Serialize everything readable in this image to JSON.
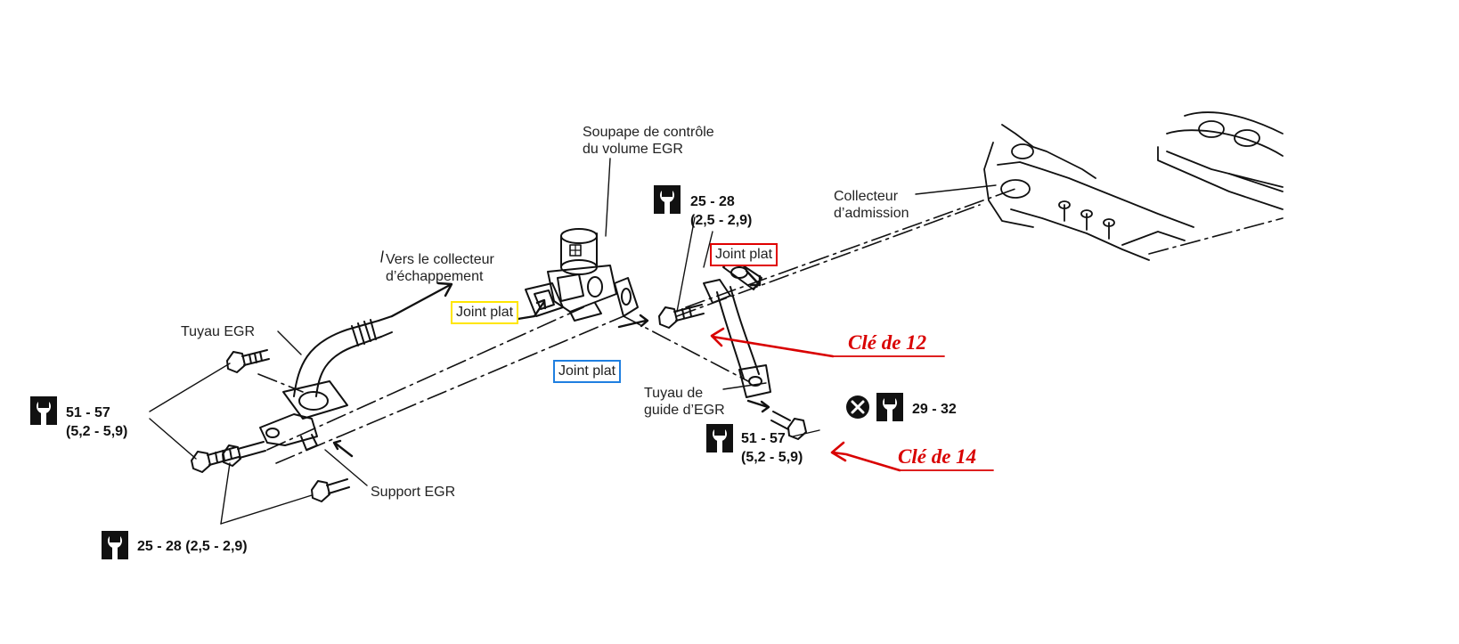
{
  "labels": {
    "valve_line1": "Soupape de contrôle",
    "valve_line2": "du volume EGR",
    "intake_line1": "Collecteur",
    "intake_line2": "d’admission",
    "exhaust_line1": "Vers le collecteur",
    "exhaust_line2": "d’échappement",
    "pipe": "Tuyau EGR",
    "support": "Support EGR",
    "guide_line1": "Tuyau de",
    "guide_line2": "guide d’EGR"
  },
  "gaskets": {
    "yellow": {
      "text": "Joint plat",
      "color": "#ffe600"
    },
    "blue": {
      "text": "Joint plat",
      "color": "#1f7fe0"
    },
    "red": {
      "text": "Joint plat",
      "color": "#e00000"
    }
  },
  "torques": {
    "left_top": {
      "line1": "51 - 57",
      "line2": "(5,2 - 5,9)"
    },
    "left_bottom": {
      "line1": "25 - 28 (2,5 - 2,9)"
    },
    "center_top": {
      "line1": "25 - 28",
      "line2": "(2,5 - 2,9)"
    },
    "center_right": {
      "line1": "29 - 32"
    },
    "center_lower": {
      "line1": "51 - 57",
      "line2": "(5,2 - 5,9)"
    }
  },
  "keys": {
    "k12": "Clé de 12",
    "k14": "Clé de 14",
    "color": "#d90000"
  },
  "icons": {
    "torque": "torque-wrench-icon",
    "no_reuse": "no-reuse-x-icon"
  }
}
